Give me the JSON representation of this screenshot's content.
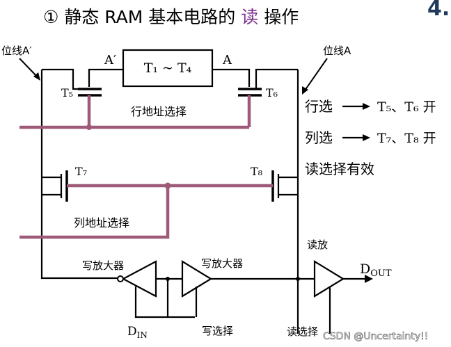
{
  "title": {
    "prefix": "① 静态 RAM 基本电路的",
    "highlight": "读",
    "suffix": "操作",
    "highlight_color": "#7b2f8e"
  },
  "corner_mark": "4.",
  "labels": {
    "bitline_left": "位线A′",
    "bitline_right": "位线A",
    "node_left": "A′",
    "node_right": "A",
    "flipflop": "T₁ ~ T₄",
    "t5": "T₅",
    "t6": "T₆",
    "t7": "T₇",
    "t8": "T₈",
    "row_addr": "行地址选择",
    "col_addr": "列地址选择",
    "write_amp_left": "写放大器",
    "write_amp_right": "写放大器",
    "read_amp": "读放",
    "dout": "D",
    "dout_sub": "OUT",
    "din": "D",
    "din_sub": "IN",
    "write_select": "写选择",
    "read_select": "读选择"
  },
  "notes": {
    "row_sel": "行选",
    "row_result": "T₅、T₆ 开",
    "col_sel": "列选",
    "col_result": "T₇、T₈ 开",
    "read_valid": "读选择有效"
  },
  "watermark": "CSDN @Uncertainty!!",
  "colors": {
    "address_line": "#9e5a78",
    "wire": "#000000",
    "corner_mark": "#1f3b5c"
  }
}
